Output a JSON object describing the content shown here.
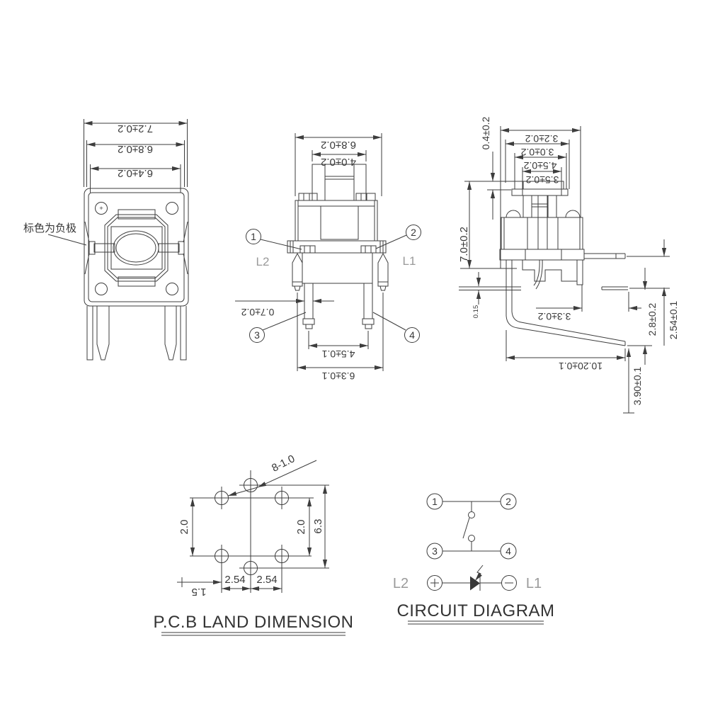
{
  "front_view": {
    "dim_overall": "7.2±0.2",
    "dim_mid": "6.8±0.2",
    "dim_inner": "6.4±0.2",
    "note": "标色为负极",
    "polarity_mark": "+"
  },
  "top_view": {
    "dim_body": "6.8±0.2",
    "dim_button": "4.0±0.2",
    "dim_pin_width": "0.7±0.2",
    "dim_pin_pitch": "4.5±0.1",
    "dim_led_pitch": "6.3±0.1",
    "callout_1": "1",
    "callout_2": "2",
    "callout_3": "3",
    "callout_4": "4",
    "label_l2": "L2",
    "label_l1": "L1"
  },
  "side_view": {
    "dim_top_1": "3.2±0.2",
    "dim_top_2": "3.0±0.2",
    "dim_top_3": "4.5±0.2",
    "dim_top_4": "3.5±0.2",
    "dim_gap": "0.4±0.2",
    "dim_height": "7.0±0.2",
    "dim_standoff": "0.15",
    "dim_leg_offset": "3.3±0.2",
    "dim_length": "10.20±0.1",
    "dim_right_1": "2.8±0.2",
    "dim_right_2": "2.54±0.1",
    "dim_right_3": "3.90±0.1"
  },
  "pcb_land": {
    "title": "P.C.B LAND DIMENSION",
    "hole_callout": "8-1.0",
    "dim_row_left": "2.0",
    "dim_row_right": "2.0",
    "dim_span": "6.3",
    "dim_pitch_left": "2.54",
    "dim_pitch_right": "2.54",
    "dim_offset": "1.5"
  },
  "circuit": {
    "title": "CIRCUIT DIAGRAM",
    "pin_1": "1",
    "pin_2": "2",
    "pin_3": "3",
    "pin_4": "4",
    "label_l2": "L2",
    "label_l1": "L1"
  }
}
